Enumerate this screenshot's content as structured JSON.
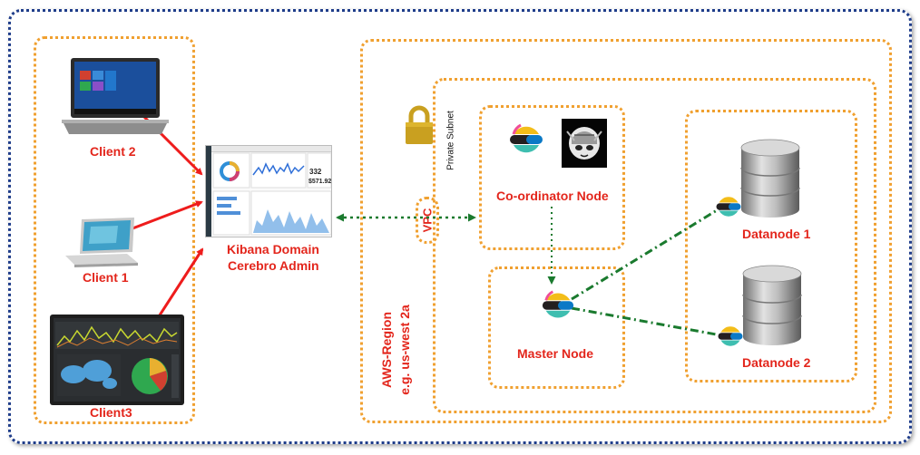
{
  "clients": {
    "client2": "Client 2",
    "client1": "Client 1",
    "client3": "Client3"
  },
  "kibana": {
    "line1": "Kibana Domain",
    "line2": "Cerebro Admin",
    "screen_values": [
      "332",
      "$571.92"
    ]
  },
  "network": {
    "vpc": "VPC",
    "private_subnet": "Private Subnet",
    "aws_region": "AWS-Region",
    "region_example": "e.g. us-west 2a"
  },
  "nodes": {
    "coordinator": "Co-ordinator Node",
    "master": "Master Node",
    "datanode1": "Datanode 1",
    "datanode2": "Datanode 2"
  },
  "colors": {
    "label_red": "#e3261c",
    "arrow_red": "#ee1c1c",
    "box_orange": "#f0a030",
    "outer_navy": "#1f3d8a",
    "link_green": "#1a7a2e",
    "lock_gold": "#c9a020"
  },
  "icons": [
    "laptop-icon",
    "kibana-dashboard-icon",
    "elastic-logo-icon",
    "cerebro-logo-icon",
    "database-icon",
    "padlock-icon"
  ]
}
